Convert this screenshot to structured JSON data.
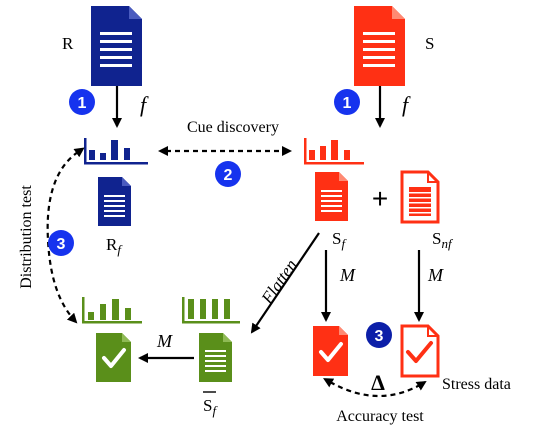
{
  "colors": {
    "blue": "#10238f",
    "red": "#ff3014",
    "green": "#5a8f1a",
    "badge_blue": "#1633ee",
    "badge_dark": "#0c1fa8",
    "black": "#000000"
  },
  "labels": {
    "r": "R",
    "s": "S",
    "f_top_left": "f",
    "f_top_right": "f",
    "cue_discovery": "Cue discovery",
    "distribution_test": "Distribution test",
    "flatten": "Flatten",
    "plus": "+",
    "m_left": "M",
    "m_sf": "M",
    "m_snf": "M",
    "stress_data": "Stress data",
    "accuracy_test": "Accuracy test",
    "delta": "Δ"
  },
  "subscripted": {
    "rf": {
      "base": "R",
      "sub": "f"
    },
    "sf": {
      "base": "S",
      "sub": "f"
    },
    "snf": {
      "base": "S",
      "sub": "nf"
    },
    "sf_bar": {
      "base": "S",
      "sub": "f"
    }
  },
  "badges": {
    "b1_left": "1",
    "b1_right": "1",
    "b2": "2",
    "b3_left": "3",
    "b3_right": "3"
  },
  "icons": {
    "doc": "document-icon",
    "chart": "bar-chart-icon",
    "check": "checkmark-document-icon"
  }
}
